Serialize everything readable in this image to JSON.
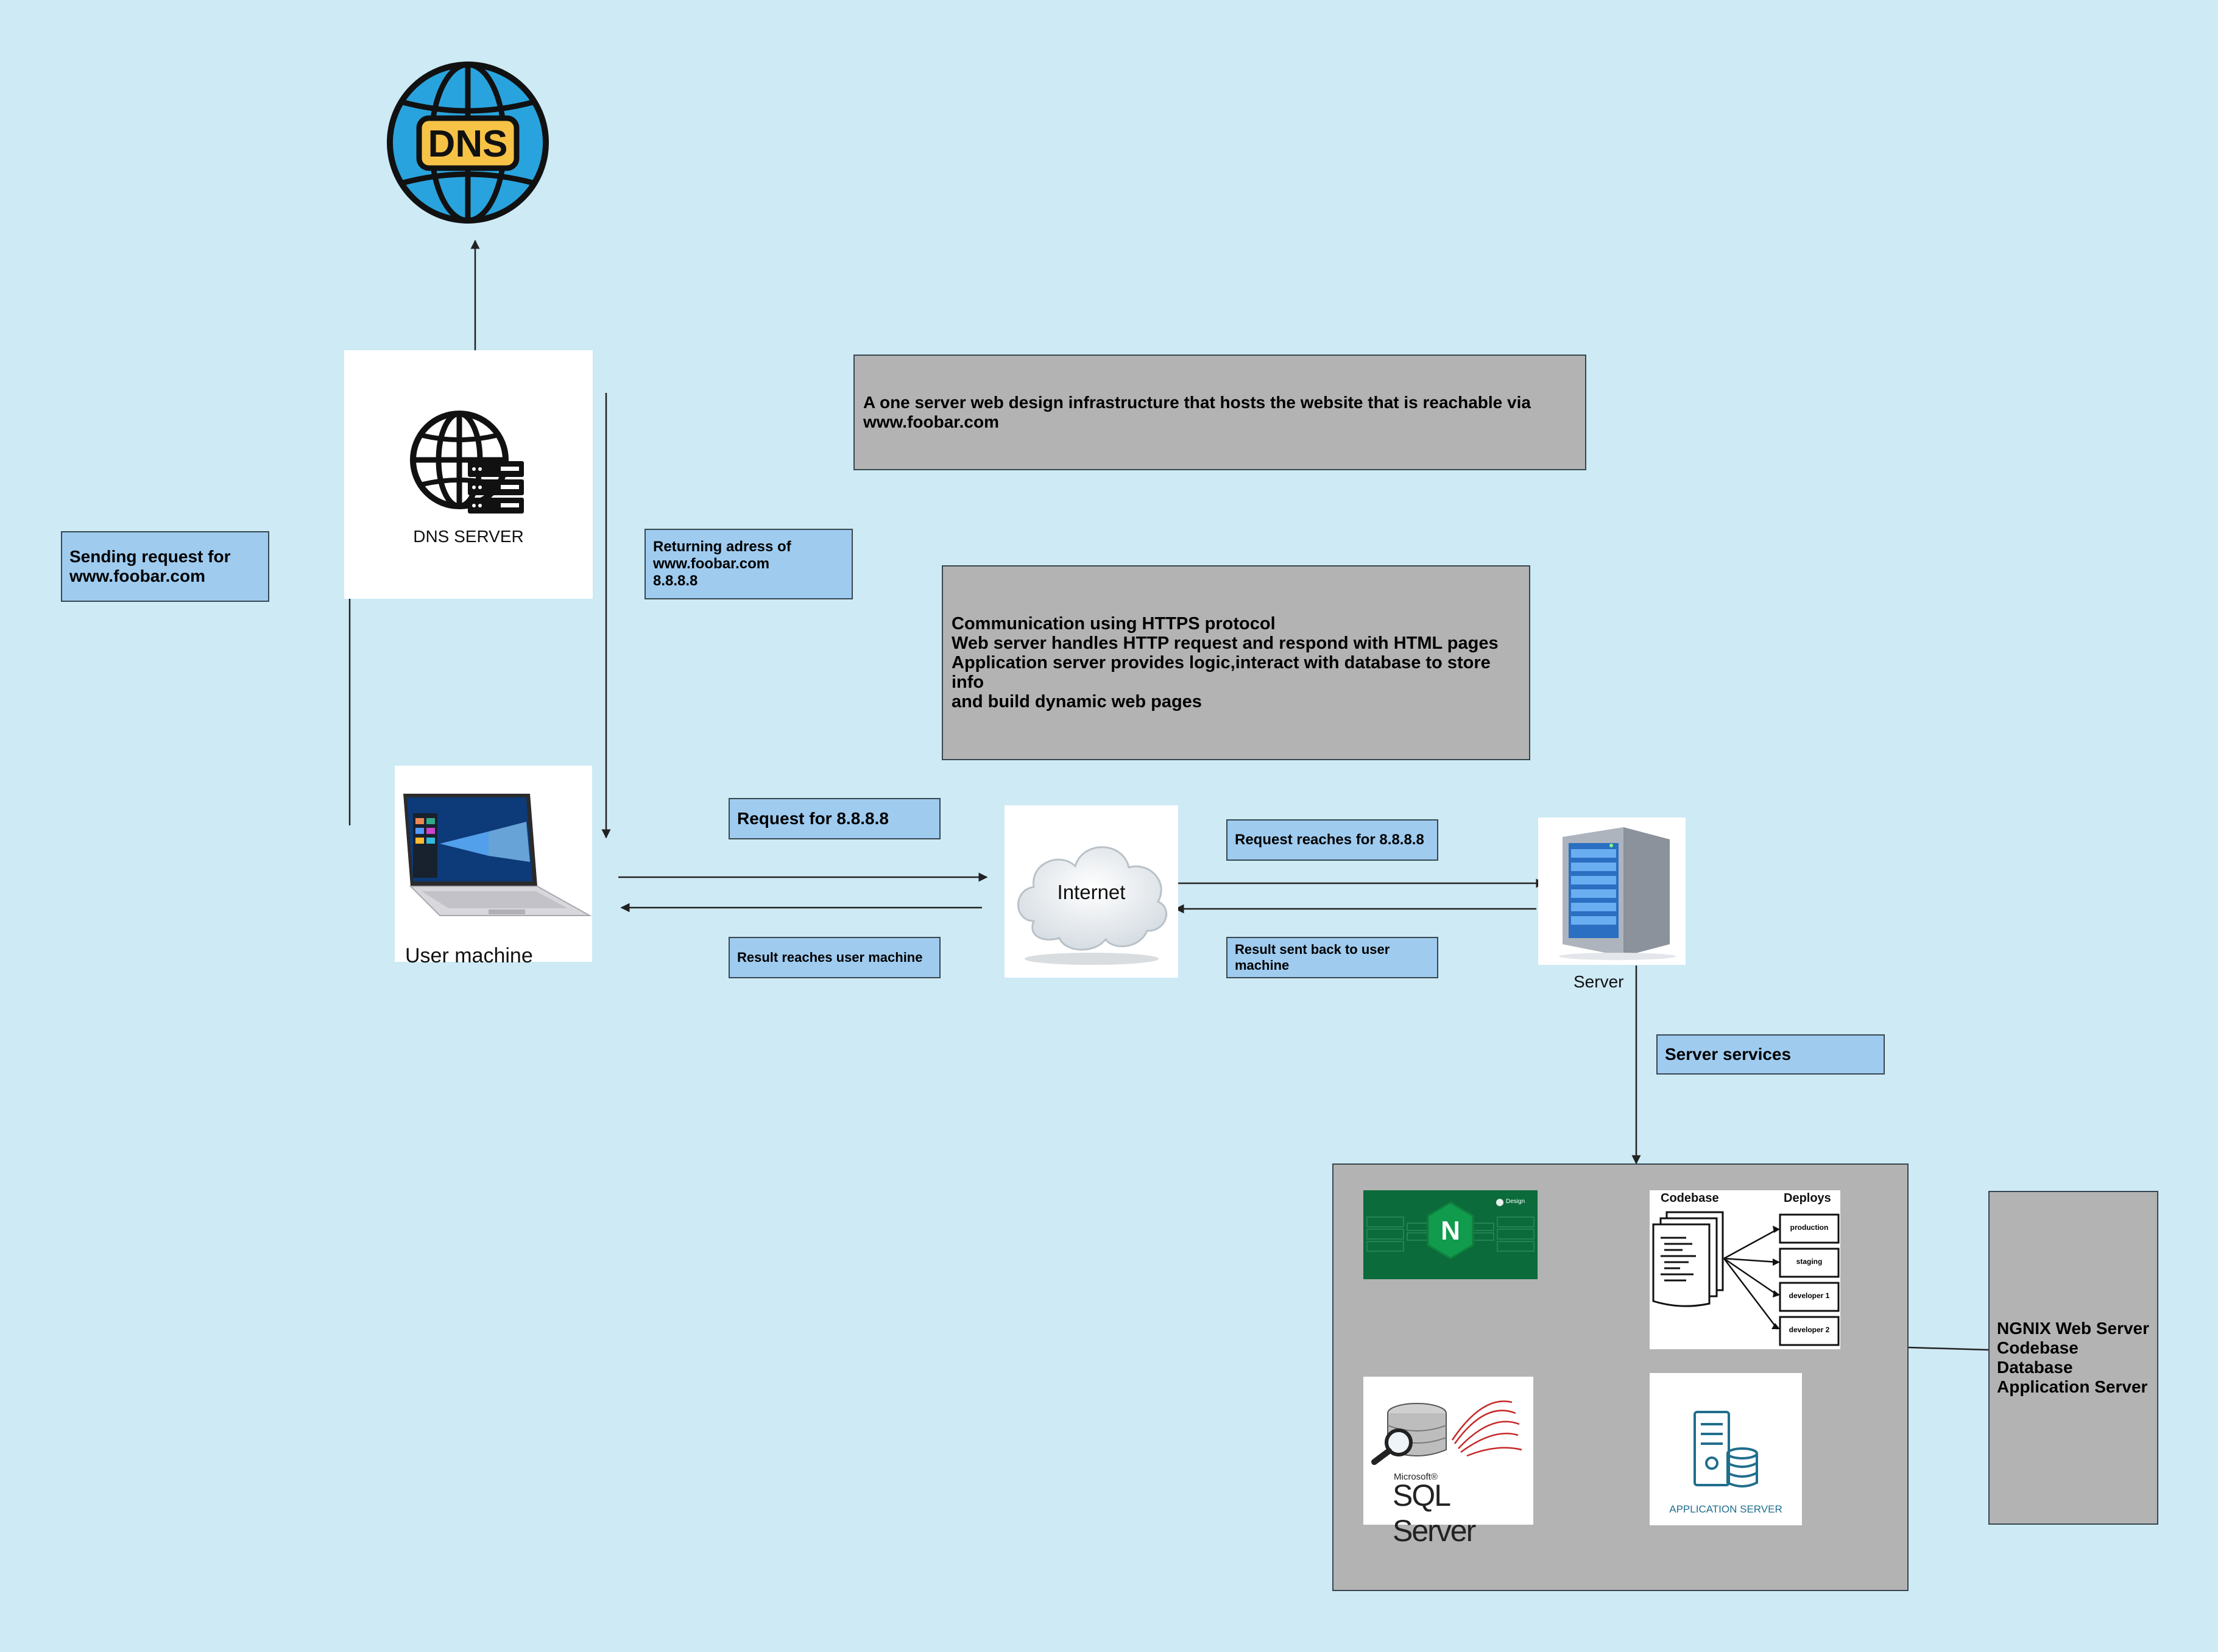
{
  "dns_globe": {
    "label": "DNS"
  },
  "dns_server": {
    "label": "DNS SERVER"
  },
  "notes": {
    "sending_request": "Sending request for\nwww.foobar.com",
    "returning_address": "Returning adress of\nwww.foobar.com\n8.8.8.8",
    "description": "A one server web design infrastructure that hosts the website that is reachable via\nwww.foobar.com",
    "communication": "Communication using HTTPS protocol\nWeb server handles HTTP request  and respond with HTML pages\nApplication server provides logic,interact with database to store info\nand build dynamic web pages",
    "request_for": "Request for 8.8.8.8",
    "request_reaches": "Request reaches for 8.8.8.8",
    "result_reaches_user": "Result reaches user machine",
    "result_sent_back": "Result sent back to user machine",
    "server_services": "Server services",
    "services_list": "NGNIX Web Server\nCodebase\nDatabase\nApplication Server"
  },
  "user_machine": {
    "label": "User machine"
  },
  "internet": {
    "label": "Internet"
  },
  "server": {
    "label": "Server"
  },
  "services": {
    "nginx": {
      "letter": "N",
      "brand": "Design"
    },
    "codebase": {
      "title": "Codebase",
      "deploys_title": "Deploys",
      "deploys": [
        "production",
        "staging",
        "developer 1",
        "developer 2"
      ]
    },
    "sql": {
      "vendor": "Microsoft®",
      "product": "SQL Server"
    },
    "app_server": {
      "label": "APPLICATION SERVER"
    }
  },
  "colors": {
    "background": "#cdeaf5",
    "note_blue": "#9fcbef",
    "note_grey": "#b3b3b3",
    "nginx_green": "#0b6b3a",
    "dns_yellow": "#f7c347",
    "dns_blue": "#29a3dd",
    "sql_red": "#c62828"
  }
}
